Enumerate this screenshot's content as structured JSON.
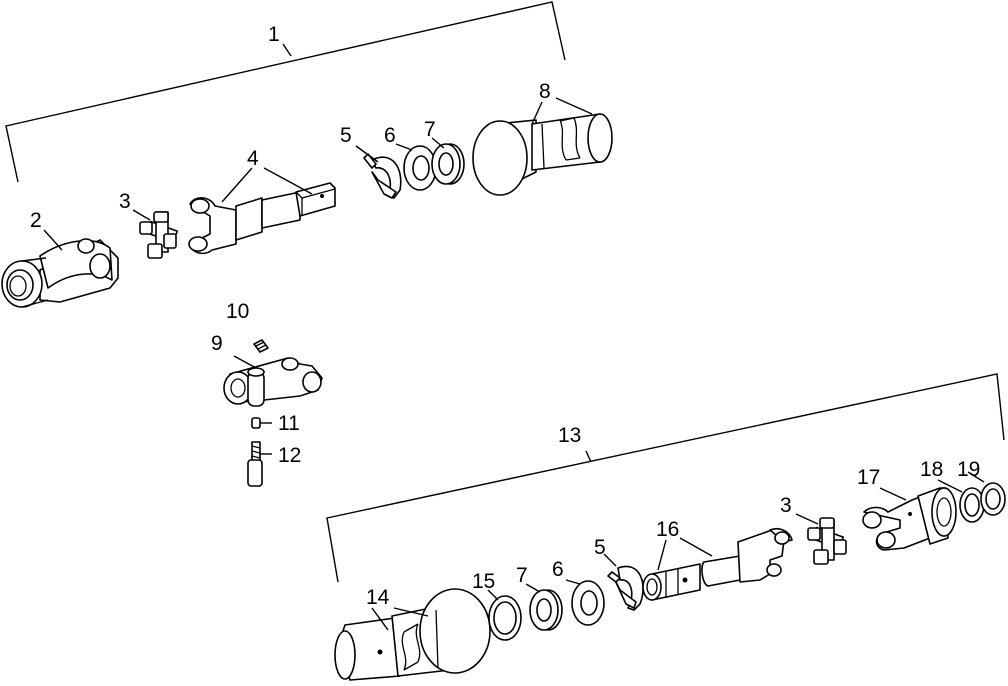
{
  "diagram": {
    "callouts": {
      "c1": "1",
      "c2": "2",
      "c3a": "3",
      "c4": "4",
      "c5a": "5",
      "c6a": "6",
      "c7a": "7",
      "c8": "8",
      "c9": "9",
      "c10": "10",
      "c11": "11",
      "c12": "12",
      "c13": "13",
      "c14": "14",
      "c15": "15",
      "c7b": "7",
      "c6b": "6",
      "c5b": "5",
      "c16": "16",
      "c3b": "3",
      "c17": "17",
      "c18": "18",
      "c19": "19"
    }
  }
}
